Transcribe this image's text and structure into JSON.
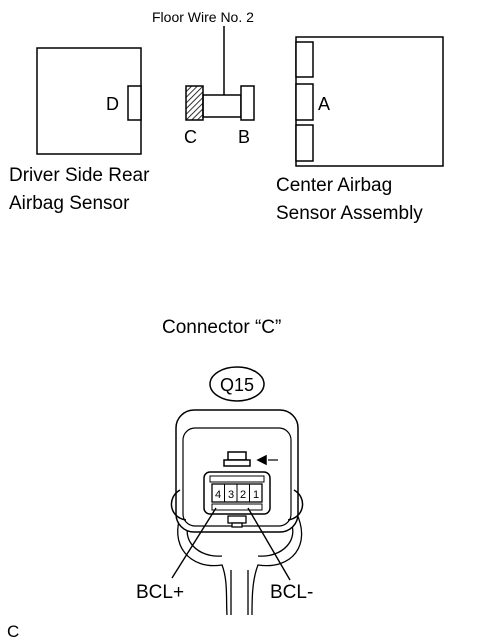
{
  "labels": {
    "floor_wire": "Floor Wire No. 2",
    "connector_d": "D",
    "connector_c": "C",
    "connector_b": "B",
    "connector_a": "A",
    "driver_sensor_line1": "Driver Side Rear",
    "driver_sensor_line2": "Airbag Sensor",
    "center_sensor_line1": "Center Airbag",
    "center_sensor_line2": "Sensor Assembly",
    "connector_title": "Connector “C”",
    "connector_code": "Q15",
    "pin_4": "4",
    "pin_3": "3",
    "pin_2": "2",
    "pin_1": "1",
    "terminal_bcl_plus": "BCL+",
    "terminal_bcl_minus": "BCL-",
    "corner_code": "C"
  }
}
